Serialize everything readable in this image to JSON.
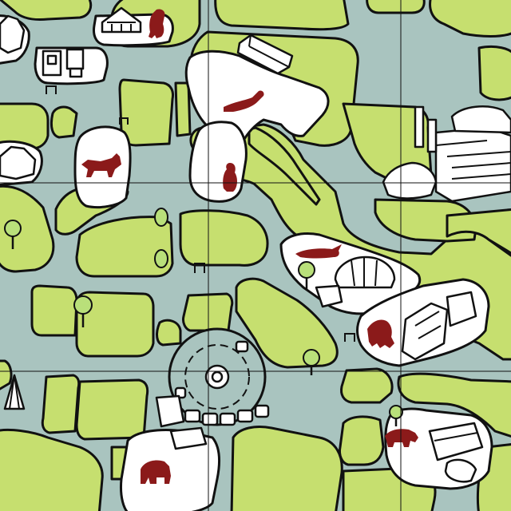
{
  "map": {
    "colors": {
      "path": "#a9c4bf",
      "lawn": "#c6df6f",
      "enclosure": "#ffffff",
      "outline": "#111111",
      "animal": "#8b1a1a",
      "tree": "#b9e07a"
    },
    "grid": {
      "columns": 3,
      "rows": 3
    },
    "animal_icons": [
      "bird-icon",
      "sea-lion-icon",
      "wolf-icon",
      "penguin-icon",
      "dolphin-icon",
      "gorilla-icon",
      "rhino-icon",
      "elephant-icon"
    ],
    "tree_count": 7,
    "restroom_count": 4
  }
}
